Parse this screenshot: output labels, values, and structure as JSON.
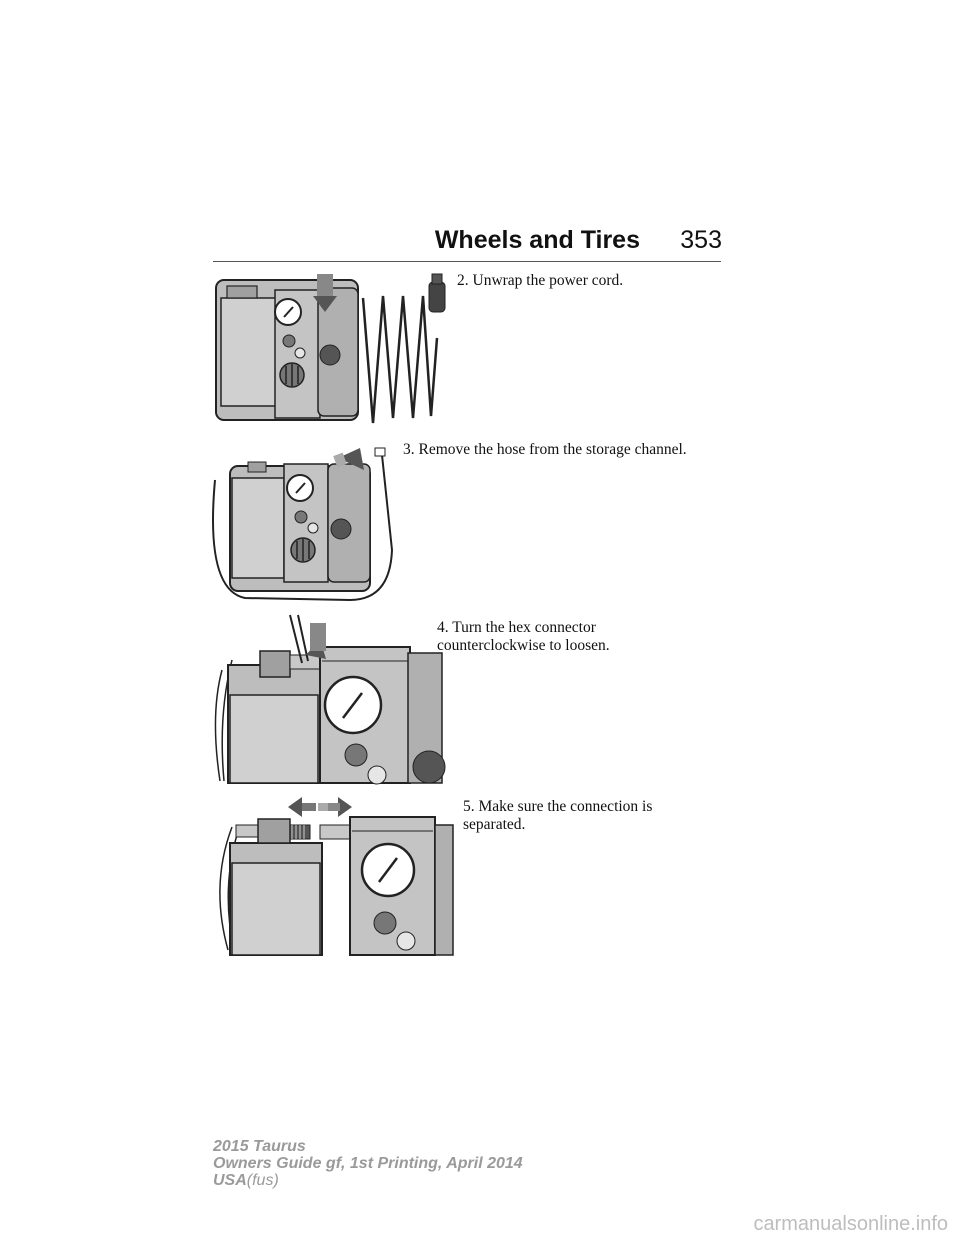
{
  "header": {
    "section_title": "Wheels and Tires",
    "page_number": "353"
  },
  "steps": [
    {
      "text": "2. Unwrap the power cord.",
      "illustration_icon": "tire-inflator-power-cord-icon"
    },
    {
      "text": "3. Remove the hose from the storage channel.",
      "illustration_icon": "tire-inflator-hose-channel-icon"
    },
    {
      "text": "4. Turn the hex connector counterclockwise to loosen.",
      "illustration_icon": "hex-connector-loosen-icon"
    },
    {
      "text": "5. Make sure the connection is separated.",
      "illustration_icon": "connection-separated-icon"
    }
  ],
  "footer": {
    "model": "2015 Taurus",
    "guide": "Owners Guide gf, 1st Printing, April 2014",
    "region": "USA",
    "region_code": "(fus)"
  },
  "watermark": "carmanualsonline.info",
  "colors": {
    "dark_gray": "#555555",
    "mid_gray": "#808080",
    "light_gray": "#d0d0d0",
    "footer_gray": "#9a9a9a"
  }
}
